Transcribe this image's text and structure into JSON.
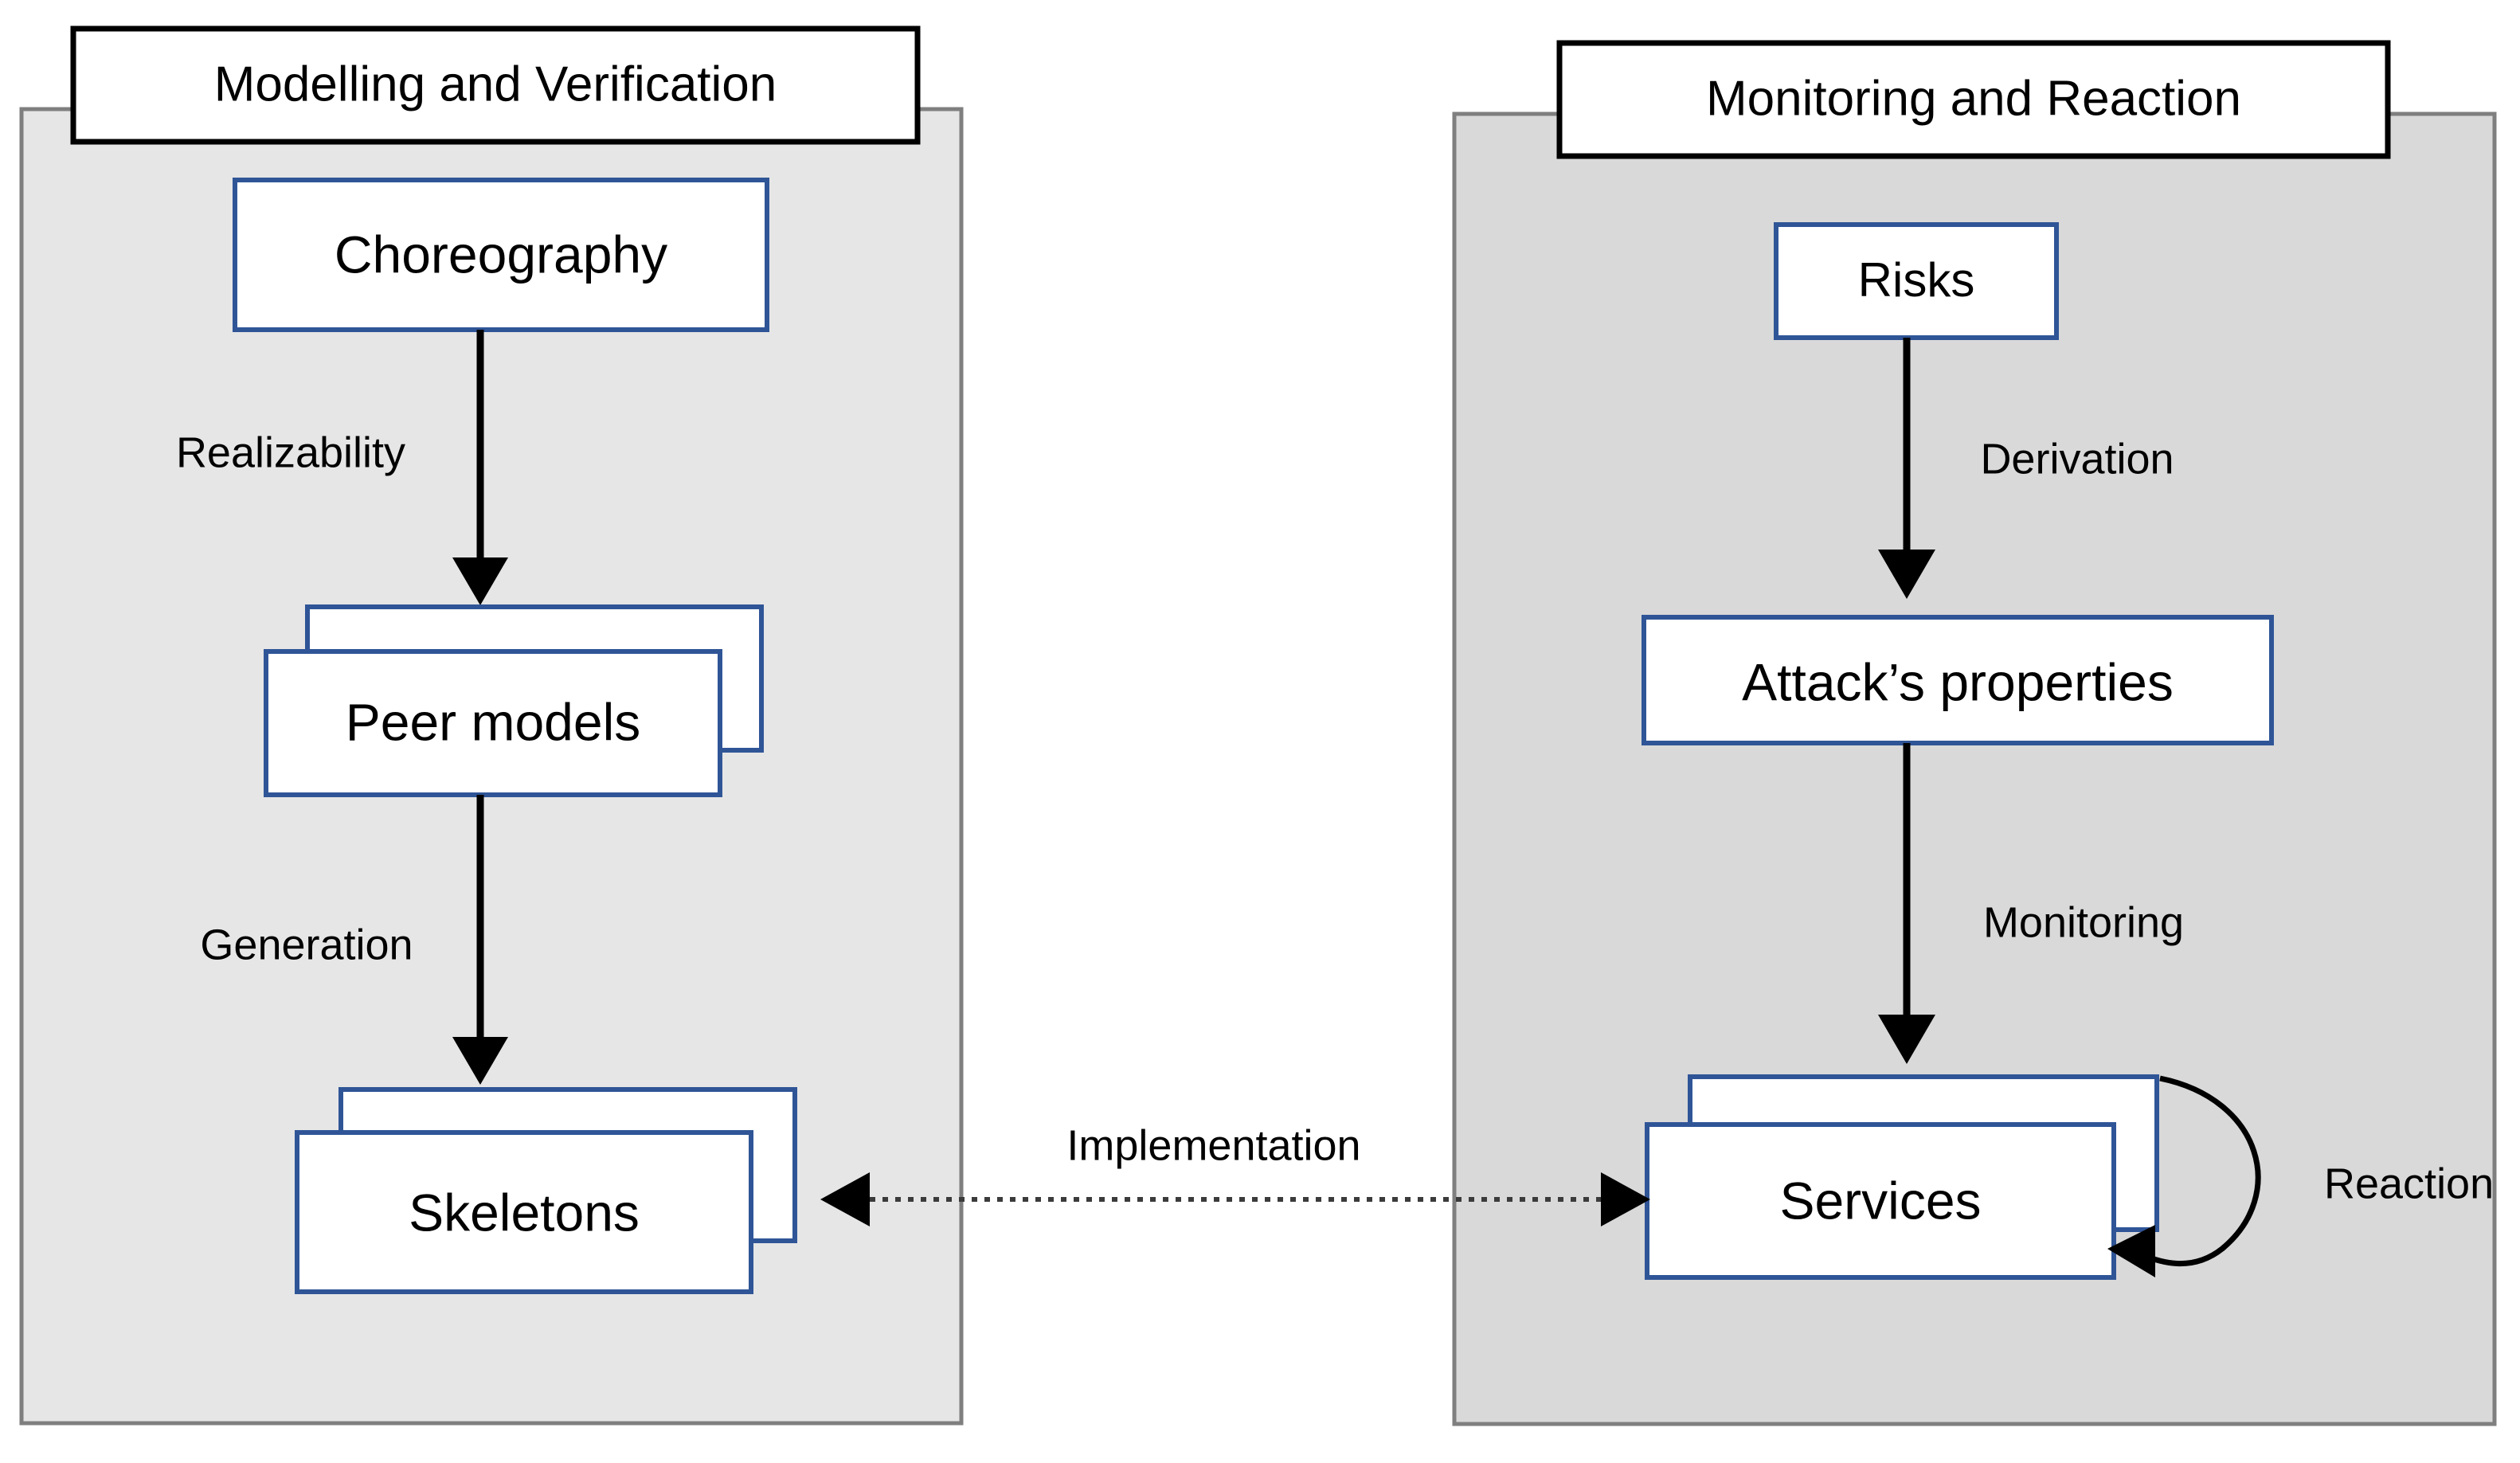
{
  "figure": {
    "title": "Modelling and Verification / Monitoring and Reaction framework diagram",
    "background_color": "#ffffff"
  },
  "colors": {
    "panel_left_fill": "#e6e6e6",
    "panel_right_fill": "#d9d9d9",
    "panel_border": "#7f7f7f",
    "header_border": "#000000",
    "node_border": "#2f5597",
    "node_fill": "#ffffff",
    "arrow": "#000000",
    "dotted_arrow": "#3b3b3b",
    "text": "#000000"
  },
  "panels": [
    {
      "id": "modelling-verification",
      "header_label": "Modelling and Verification",
      "nodes": [
        {
          "id": "choreography",
          "label": "Choreography",
          "stacked": false
        },
        {
          "id": "peer-models",
          "label": "Peer models",
          "stacked": true
        },
        {
          "id": "skeletons",
          "label": "Skeletons",
          "stacked": true
        }
      ],
      "edges": [
        {
          "id": "realizability",
          "label": "Realizability",
          "from": "choreography",
          "to": "peer-models",
          "style": "solid-arrow",
          "direction": "down"
        },
        {
          "id": "generation",
          "label": "Generation",
          "from": "peer-models",
          "to": "skeletons",
          "style": "solid-arrow",
          "direction": "down"
        }
      ]
    },
    {
      "id": "monitoring-reaction",
      "header_label": "Monitoring and Reaction",
      "nodes": [
        {
          "id": "risks",
          "label": "Risks",
          "stacked": false
        },
        {
          "id": "attacks-properties",
          "label": "Attack’s properties",
          "stacked": false
        },
        {
          "id": "services",
          "label": "Services",
          "stacked": true
        }
      ],
      "edges": [
        {
          "id": "derivation",
          "label": "Derivation",
          "from": "risks",
          "to": "attacks-properties",
          "style": "solid-arrow",
          "direction": "down"
        },
        {
          "id": "monitoring",
          "label": "Monitoring",
          "from": "attacks-properties",
          "to": "services",
          "style": "solid-arrow",
          "direction": "down"
        },
        {
          "id": "reaction",
          "label": "Reaction",
          "from": "services",
          "to": "services",
          "style": "curved-self-arrow",
          "direction": "loop-right"
        }
      ]
    }
  ],
  "cross_panel_edges": [
    {
      "id": "implementation",
      "label": "Implementation",
      "from": "services",
      "to": "skeletons",
      "style": "dotted-double-arrow",
      "direction": "bidirectional"
    }
  ]
}
